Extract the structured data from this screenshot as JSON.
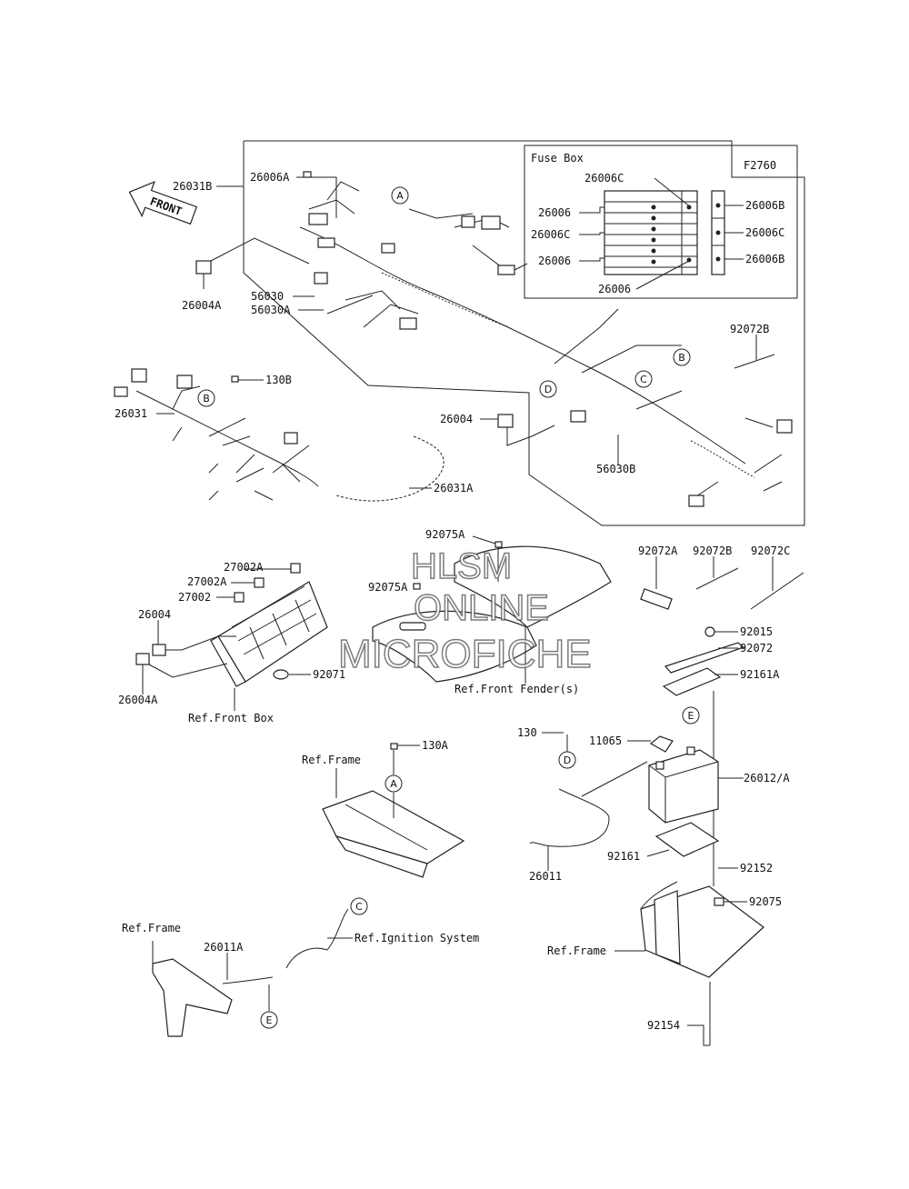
{
  "figure_code": "F2760",
  "front_arrow": "FRONT",
  "fuse_box": {
    "title": "Fuse Box",
    "labels": [
      "26006C",
      "26006",
      "26006C",
      "26006",
      "26006",
      "26006B",
      "26006C",
      "26006B"
    ]
  },
  "parts": {
    "p26031B": "26031B",
    "p26006A": "26006A",
    "p26004A_top": "26004A",
    "p56030": "56030",
    "p56030A": "56030A",
    "p130B": "130B",
    "p26031": "26031",
    "p26004_mid": "26004",
    "p56030B": "56030B",
    "p26031A": "26031A",
    "p92072B_top": "92072B",
    "p27002A_1": "27002A",
    "p27002A_2": "27002A",
    "p27002": "27002",
    "p26004_left": "26004",
    "p26004A_left": "26004A",
    "p92071": "92071",
    "p92075A_1": "92075A",
    "p92075A_2": "92075A",
    "p92072A": "92072A",
    "p92072B": "92072B",
    "p92072C": "92072C",
    "p92015": "92015",
    "p92072": "92072",
    "p92161A": "92161A",
    "p130": "130",
    "p11065": "11065",
    "p26012A": "26012/A",
    "p130A": "130A",
    "p92161": "92161",
    "p26011": "26011",
    "p92152": "92152",
    "p92075": "92075",
    "p26011A": "26011A",
    "p92154": "92154"
  },
  "refs": {
    "front_box": "Ref.Front Box",
    "front_fender": "Ref.Front Fender(s)",
    "frame_mid": "Ref.Frame",
    "frame_left": "Ref.Frame",
    "frame_right": "Ref.Frame",
    "ignition": "Ref.Ignition System"
  },
  "callouts": [
    "A",
    "B",
    "C",
    "D",
    "E"
  ],
  "watermark": [
    "HLSM",
    "ONLINE",
    "MICROFICHE"
  ]
}
